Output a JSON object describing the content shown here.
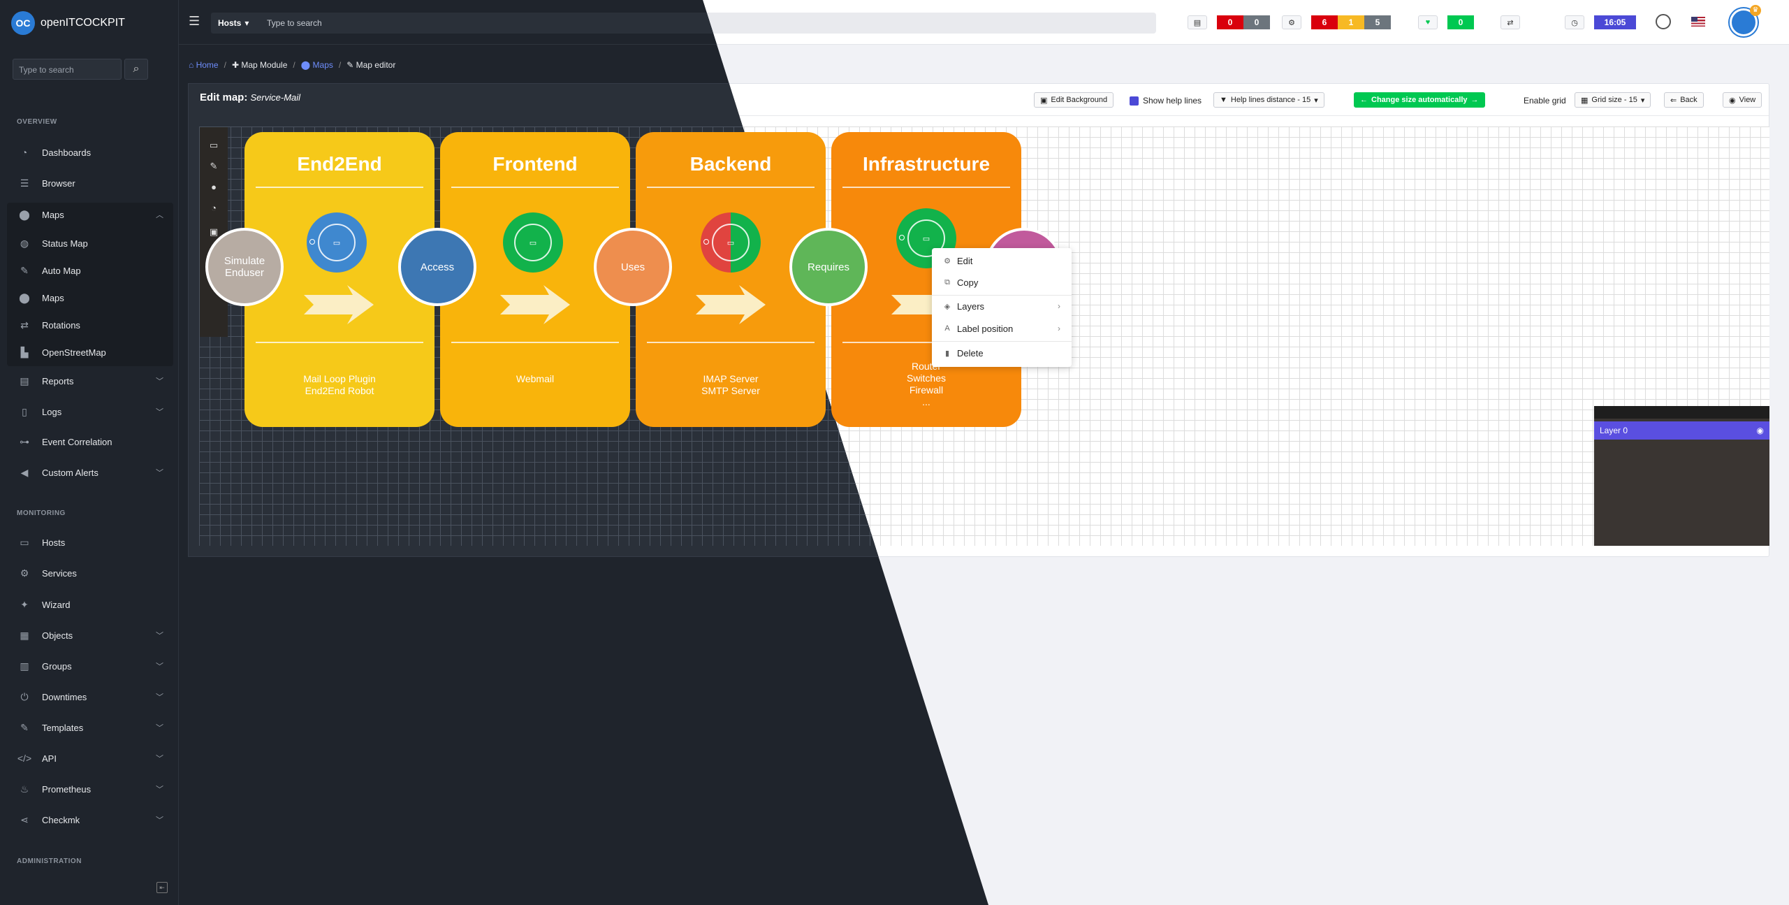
{
  "app": {
    "name": "openITCOCKPIT",
    "logo_text": "OC"
  },
  "topbar": {
    "search_scope": "Hosts",
    "search_placeholder": "Type to search",
    "host_counts": [
      "0",
      "0"
    ],
    "service_counts": [
      "6",
      "1",
      "5"
    ],
    "checks_count": "0",
    "clock": "16:05"
  },
  "sidebar": {
    "search_placeholder": "Type to search",
    "overview_title": "OVERVIEW",
    "monitoring_title": "MONITORING",
    "admin_title": "ADMINISTRATION",
    "items": {
      "dashboards": "Dashboards",
      "browser": "Browser",
      "maps": "Maps",
      "status_map": "Status Map",
      "auto_map": "Auto Map",
      "maps_sub": "Maps",
      "rotations": "Rotations",
      "osm": "OpenStreetMap",
      "reports": "Reports",
      "logs": "Logs",
      "event_correlation": "Event Correlation",
      "custom_alerts": "Custom Alerts",
      "hosts": "Hosts",
      "services": "Services",
      "wizard": "Wizard",
      "objects": "Objects",
      "groups": "Groups",
      "downtimes": "Downtimes",
      "templates": "Templates",
      "api": "API",
      "prometheus": "Prometheus",
      "checkmk": "Checkmk"
    }
  },
  "breadcrumb": {
    "home": "Home",
    "module": "Map Module",
    "maps": "Maps",
    "editor": "Map editor"
  },
  "editor": {
    "title": "Edit map:",
    "map_name": "Service-Mail",
    "edit_background": "Edit Background",
    "show_help_lines": "Show help lines",
    "help_lines_distance": "Help lines distance - 15",
    "change_size": "Change size automatically",
    "enable_grid": "Enable grid",
    "grid_size": "Grid size - 15",
    "back": "Back",
    "view": "View"
  },
  "map": {
    "panels": [
      {
        "title": "End2End",
        "desc": "Mail Loop Plugin\nEnd2End Robot",
        "color": "#f6c919"
      },
      {
        "title": "Frontend",
        "desc": "Webmail",
        "color": "#f9b40b"
      },
      {
        "title": "Backend",
        "desc": "IMAP Server\nSMTP Server",
        "color": "#f79b0c"
      },
      {
        "title": "Infrastructure",
        "desc": "Router\nSwitches\nFirewall\n...",
        "color": "#f7890b"
      }
    ],
    "connectors": [
      {
        "label": "Simulate\nEnduser",
        "color": "#b7aca3"
      },
      {
        "label": "Access",
        "color": "#3d77b3"
      },
      {
        "label": "Uses",
        "color": "#ee8e4e"
      },
      {
        "label": "Requires",
        "color": "#5fb658"
      },
      {
        "label": "",
        "color": "#c15a9c"
      }
    ]
  },
  "context_menu": {
    "edit": "Edit",
    "copy": "Copy",
    "layers": "Layers",
    "label_position": "Label position",
    "delete": "Delete"
  },
  "layers": {
    "layer0": "Layer 0"
  }
}
